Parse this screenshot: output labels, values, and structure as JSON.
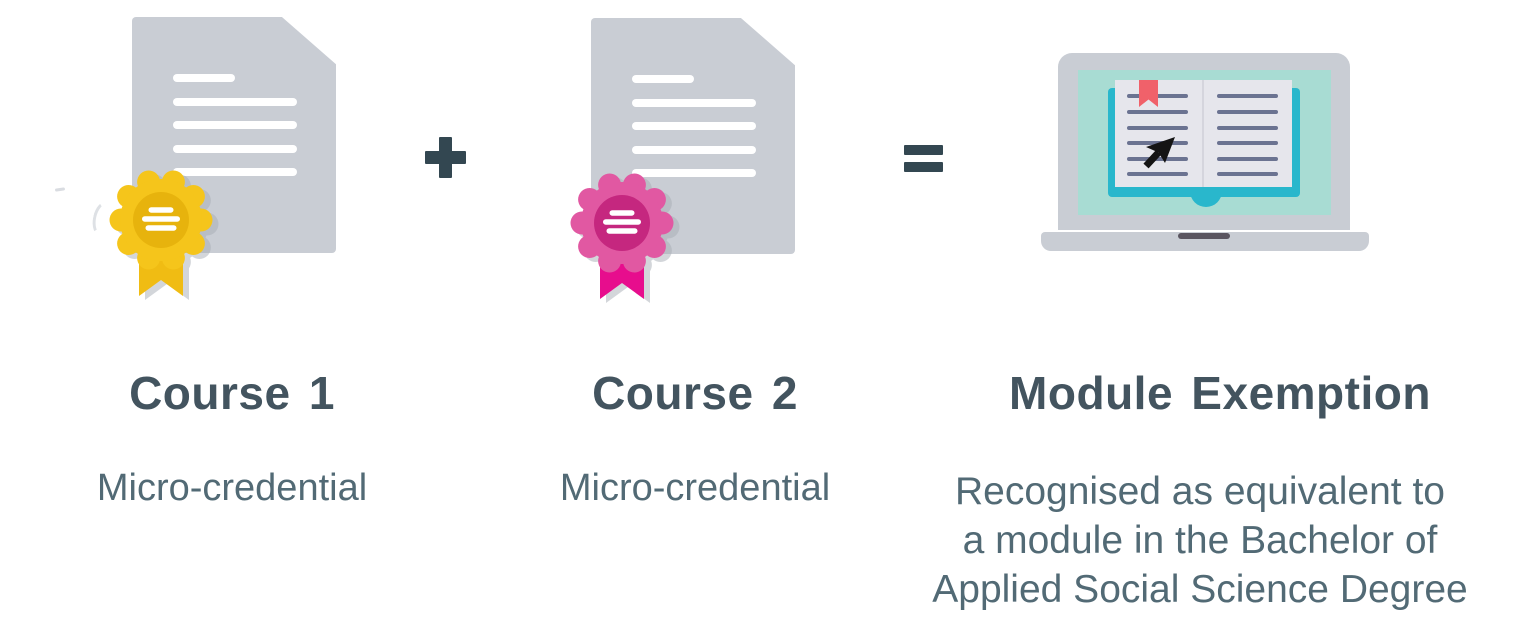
{
  "figure": {
    "columns": [
      {
        "title": "Course 1",
        "subtitle": "Micro-credential",
        "icon": "certificate-document-with-yellow-rosette"
      },
      {
        "title": "Course 2",
        "subtitle": "Micro-credential",
        "icon": "certificate-document-with-pink-rosette"
      },
      {
        "title": "Module Exemption",
        "description_lines": [
          "Recognised as equivalent to",
          "a module in the Bachelor of",
          "Applied Social Science Degree"
        ],
        "icon": "laptop-with-open-book"
      }
    ],
    "operators": {
      "plus": "+",
      "equals": "="
    }
  },
  "colors": {
    "heading": "#43545F",
    "body": "#526A75",
    "operator": "#334751",
    "doc-grey": "#C9CDD4",
    "rosette-yellow": "#F5C51B",
    "rosette-yellow-inner": "#E7B30D",
    "ribbon-yellow": "#F0BC13",
    "rosette-pink": "#E158A2",
    "rosette-pink-inner": "#C5277F",
    "ribbon-pink": "#E70D8D",
    "laptop-grey": "#C9CDD4",
    "screen-mint": "#A8DCD3",
    "book-teal": "#29B7CC",
    "page-white": "#E6E6EC",
    "page-line": "#6B7391",
    "bookmark-red": "#F0616A",
    "trackpad-dark": "#5A5560",
    "shadow-grey": "#A9AEB6"
  }
}
